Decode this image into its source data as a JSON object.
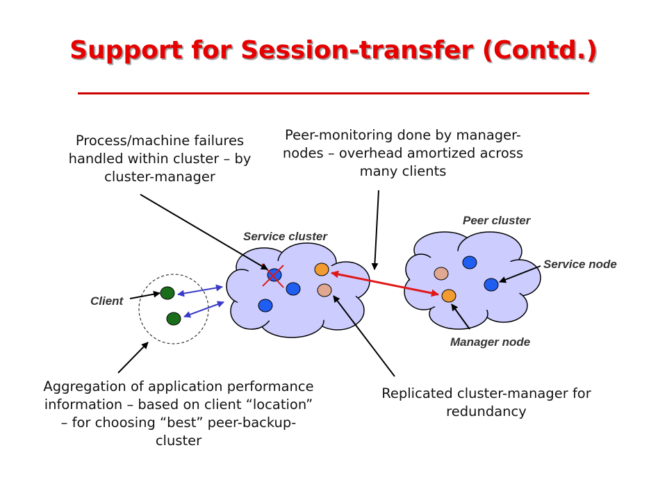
{
  "title": "Support for Session-transfer (Contd.)",
  "annotations": {
    "failures": "Process/machine failures handled within cluster – by cluster-manager",
    "peer_monitoring": "Peer-monitoring done by manager-nodes – overhead amortized across many clients",
    "aggregation": "Aggregation of application performance information – based on client “location” – for choosing “best” peer-backup-cluster",
    "replicated": "Replicated cluster-manager for redundancy"
  },
  "labels": {
    "service_cluster": "Service cluster",
    "peer_cluster": "Peer cluster",
    "service_node": "Service node",
    "manager_node": "Manager node",
    "client": "Client"
  },
  "colors": {
    "title": "#e60000",
    "cloud_fill": "#ccccff",
    "service_node": "#1f5ef0",
    "manager_node": "#f29b30",
    "replica_manager_node": "#e0a890",
    "client_node": "#1a6e1a",
    "client_link": "#3a3ac8",
    "peer_link": "#e01818",
    "failure_mark": "#e01818"
  },
  "icons": {
    "failure_mark": "x-icon",
    "client_group": "dashed-circle"
  }
}
